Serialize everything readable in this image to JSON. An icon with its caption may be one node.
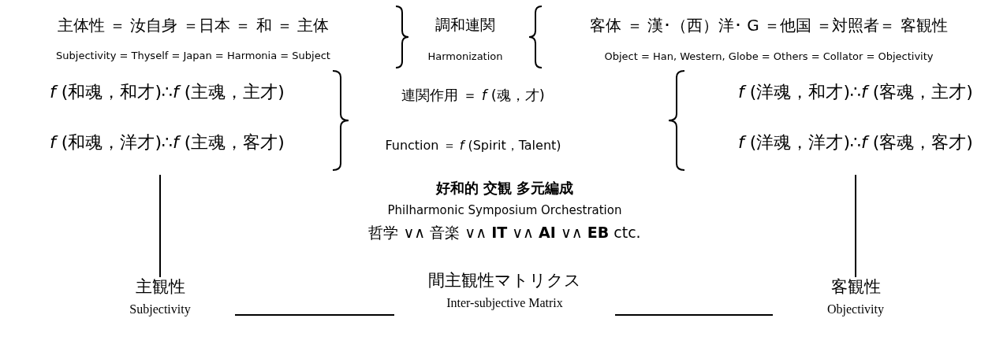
{
  "diagram": {
    "nodes": [
      {
        "text": [
          "*f* (和魂，和才)∴*f* (主魂，主才)",
          "*f* (和魂，洋才)∴*f* (主魂，客才)"
        ]
      },
      {
        "text": [
          "*f* (洋魂，和才)∴*f* (客魂，主才)",
          "*f* (洋魂，洋才)∴*f* (客魂，客才)"
        ]
      },
      {
        "text": [
          "主観性",
          "Subjectivity"
        ]
      },
      {
        "text": [
          "間主観性マトリクス",
          "Inter-subjective Matrix"
        ]
      },
      {
        "text": [
          "客観性",
          "Objectivity"
        ]
      }
    ],
    "edges": [
      {
        "from": 0,
        "to": 2,
        "arrow": "none"
      },
      {
        "from": 1,
        "to": 4,
        "arrow": "none"
      },
      {
        "from": 2,
        "to": 3,
        "arrow": "none"
      },
      {
        "from": 3,
        "to": 4,
        "arrow": "none"
      }
    ],
    "labels": [
      "主体性 ＝ 汝自身 ＝日本 ＝ 和 ＝ 主体",
      "Subjectivity = Thyself = Japan = Harmonia = Subject",
      "調和連関",
      "Harmonization",
      "客体 ＝ 漢･（西）洋･ G ＝他国 ＝対照者＝ 客観性",
      "Object = Han, Western, Globe = Others = Collator = Objectivity",
      "連関作用 ＝ *f* (魂，才)",
      "Function ＝ *f* (Spirit，Talent)",
      "好和的 交観 多元編成",
      "Philharmonic Symposium Orchestration",
      "哲学 ∨∧ 音楽 ∨∧ **IT** ∨∧ **AI** ∨∧ **EB** ctc."
    ]
  }
}
